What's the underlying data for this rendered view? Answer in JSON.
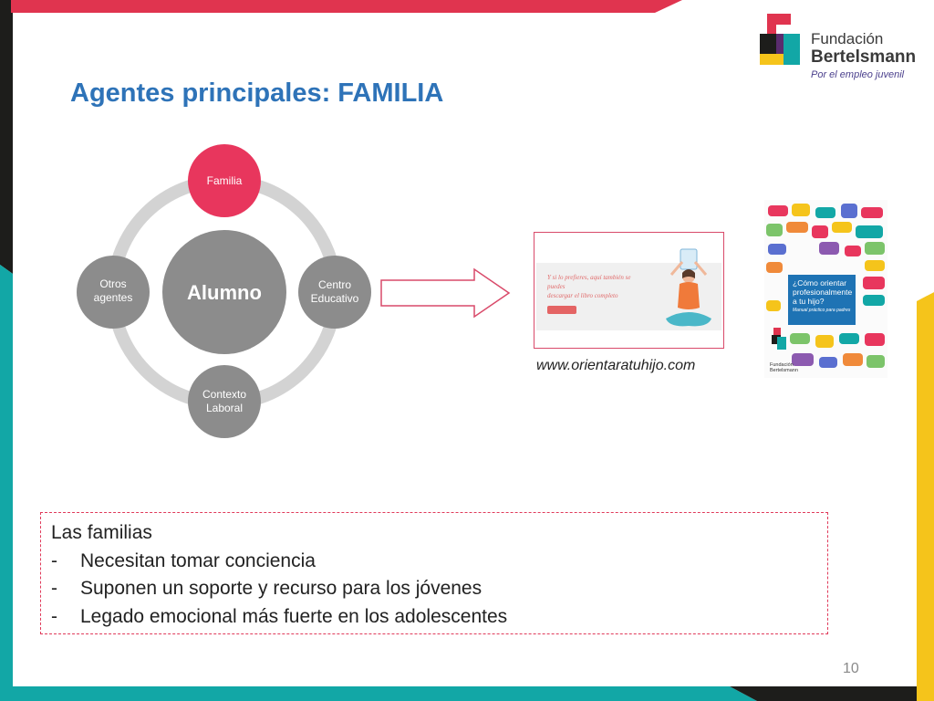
{
  "slide": {
    "title": "Agentes principales: FAMILIA",
    "page_number": "10"
  },
  "logo": {
    "line1": "Fundación",
    "line2": "Bertelsmann",
    "tagline": "Por el empleo juvenil"
  },
  "diagram": {
    "center": "Alumno",
    "nodes": {
      "top": "Familia",
      "right_line1": "Centro",
      "right_line2": "Educativo",
      "bottom_line1": "Contexto",
      "bottom_line2": "Laboral",
      "left_line1": "Otros",
      "left_line2": "agentes"
    }
  },
  "web_preview": {
    "text_line1": "Y si lo prefieres, aquí también se puedes",
    "text_line2": "descargar el libro completo",
    "url": "www.orientaratuhijo.com"
  },
  "book": {
    "title_line1": "¿Cómo orientar",
    "title_line2": "profesionalmente",
    "title_line3": "a tu hijo?",
    "subtitle": "Manual práctico para padres",
    "brand_line1": "Fundación",
    "brand_line2": "Bertelsmann"
  },
  "text_box": {
    "heading": "Las familias",
    "dash": "-",
    "items": [
      "Necesitan tomar conciencia",
      "Suponen un soporte y recurso para los jóvenes",
      "Legado emocional más fuerte en los adolescentes"
    ]
  },
  "colors": {
    "title_blue": "#2e73b8",
    "accent_red": "#e0344f",
    "teal": "#12a7a6",
    "yellow": "#f5c41b",
    "dark": "#1d1d1b",
    "node_gray": "#8c8c8c",
    "ring_gray": "#d3d3d3",
    "familia_pink": "#e8365d"
  }
}
